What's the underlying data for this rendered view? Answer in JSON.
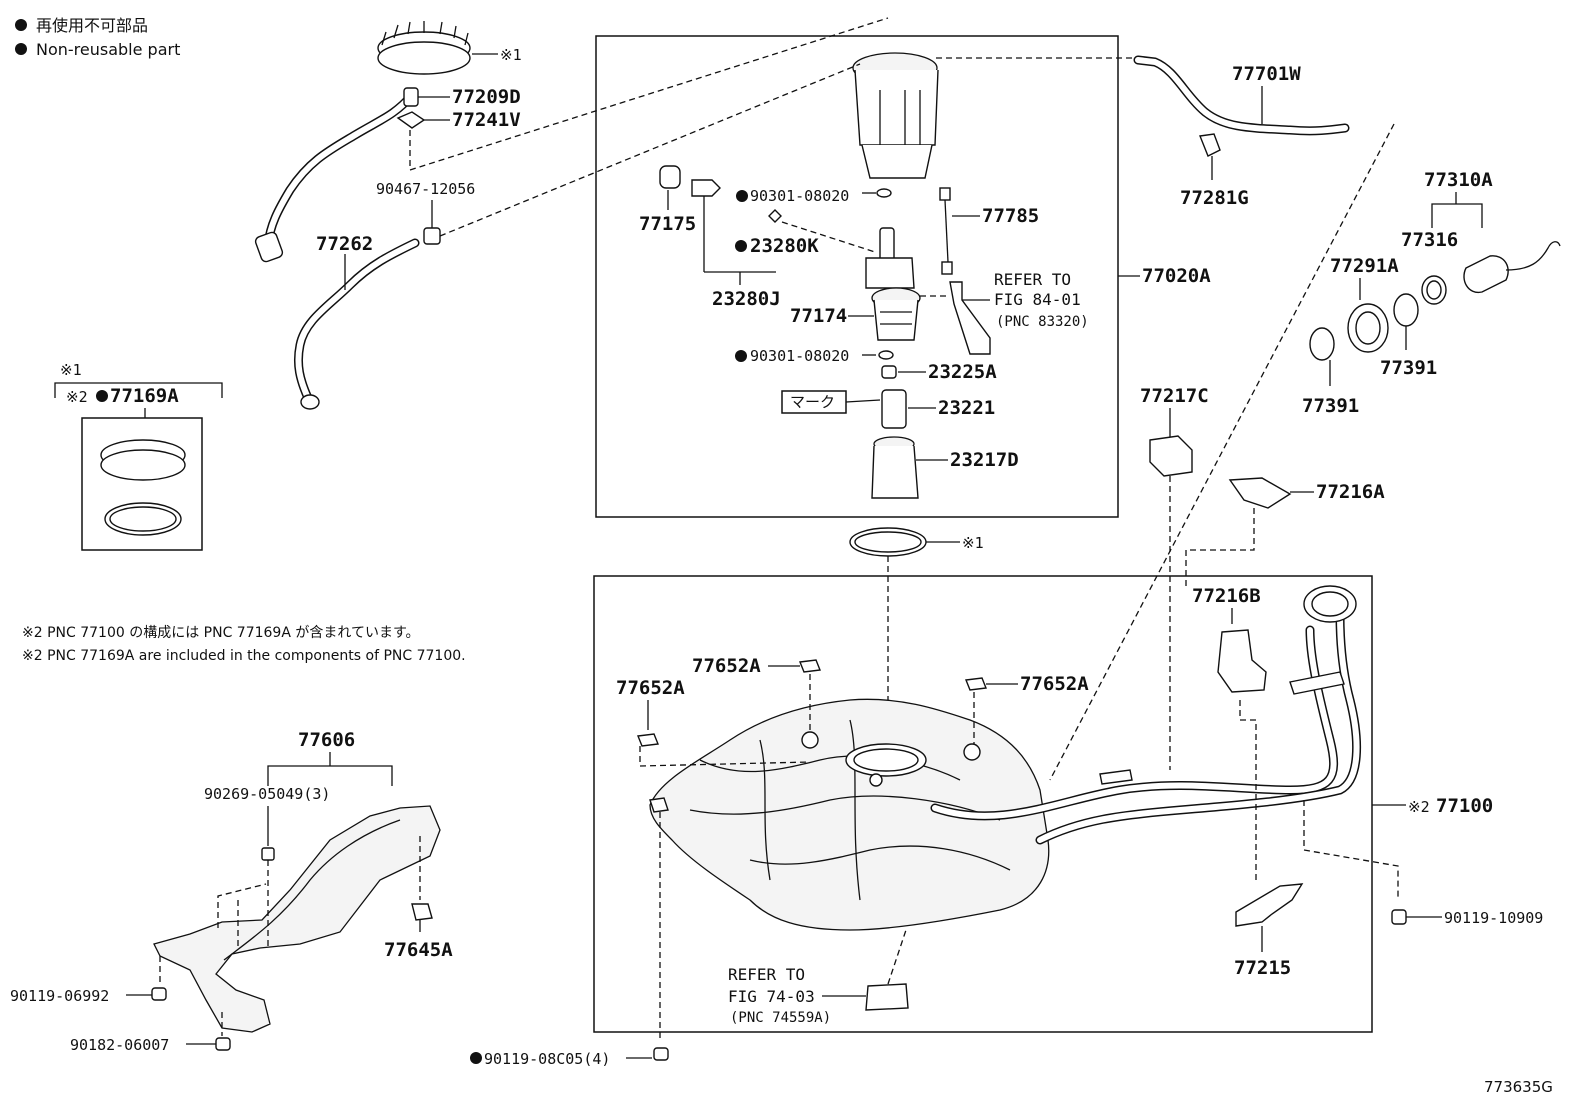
{
  "legend": {
    "line_jp": "再使用不可部品",
    "line_en": "Non-reusable part"
  },
  "figure_code": "773635G",
  "notes": {
    "jp": "※2 PNC 77100 の構成には PNC 77169A が含まれています。",
    "en": "※2 PNC 77169A are included in the components of PNC 77100."
  },
  "marks": {
    "ref1": "※1",
    "ref2": "※2",
    "mark_jp": "マーク"
  },
  "refs": {
    "ref_84": {
      "line1": "REFER TO",
      "line2": "FIG 84-01",
      "line3": "(PNC 83320)"
    },
    "ref_74": {
      "line1": "REFER TO",
      "line2": "FIG 74-03",
      "line3": "(PNC 74559A)"
    }
  },
  "parts": {
    "p77209D": "77209D",
    "p77241V": "77241V",
    "p90467": "90467-12056",
    "p77262": "77262",
    "p77169A": "77169A",
    "p77175": "77175",
    "p90301a": "90301-08020",
    "p23280K": "23280K",
    "p23280J": "23280J",
    "p77174": "77174",
    "p90301b": "90301-08020",
    "p77785": "77785",
    "p23225A": "23225A",
    "p23221": "23221",
    "p23217D": "23217D",
    "p77020A": "77020A",
    "p77701W": "77701W",
    "p77281G": "77281G",
    "p77310A": "77310A",
    "p77316": "77316",
    "p77291A": "77291A",
    "p77391a": "77391",
    "p77391b": "77391",
    "p77217C": "77217C",
    "p77216A": "77216A",
    "p77216B": "77216B",
    "p77100": "77100",
    "p90119_10909": "90119-10909",
    "p77215": "77215",
    "p77652A_l": "77652A",
    "p77652A_m": "77652A",
    "p77652A_r": "77652A",
    "p77606": "77606",
    "p90269": "90269-05049(3)",
    "p77645A": "77645A",
    "p90119_06992": "90119-06992",
    "p90182": "90182-06007",
    "p90119_08C05": "90119-08C05(4)"
  }
}
